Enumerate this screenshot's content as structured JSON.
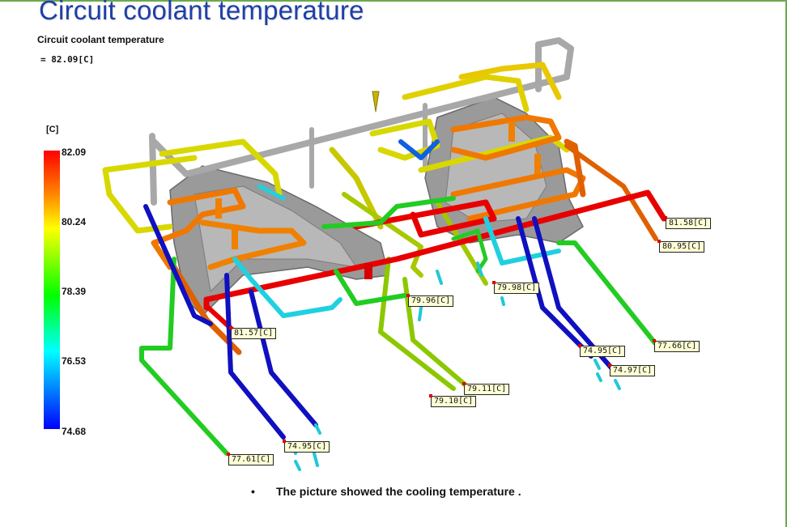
{
  "slide": {
    "title": "Circuit coolant temperature",
    "caption_bullet": "•",
    "caption": "The picture showed the cooling temperature ."
  },
  "result": {
    "name": "Circuit coolant temperature",
    "value": "= 82.09[C]"
  },
  "legend": {
    "unit": "[C]",
    "max": 82.09,
    "min": 74.68,
    "ticks": [
      "82.09",
      "80.24",
      "78.39",
      "76.53",
      "74.68"
    ],
    "colors": [
      "#ff0000",
      "#ff8000",
      "#ffff00",
      "#00ff00",
      "#00ffff",
      "#0000ff"
    ]
  },
  "probes": [
    {
      "label": "81.58[C]",
      "value": 81.58
    },
    {
      "label": "80.95[C]",
      "value": 80.95
    },
    {
      "label": "79.98[C]",
      "value": 79.98
    },
    {
      "label": "79.96[C]",
      "value": 79.96
    },
    {
      "label": "81.57[C]",
      "value": 81.57
    },
    {
      "label": "77.66[C]",
      "value": 77.66
    },
    {
      "label": "74.95[C]",
      "value": 74.95
    },
    {
      "label": "74.97[C]",
      "value": 74.97
    },
    {
      "label": "79.11[C]",
      "value": 79.11
    },
    {
      "label": "79.10[C]",
      "value": 79.1
    },
    {
      "label": "74.95[C]",
      "value": 74.95
    },
    {
      "label": "77.61[C]",
      "value": 77.61
    }
  ],
  "pipe_colors": {
    "hot": "#e80000",
    "warm": "#f07800",
    "mid": "#d8d800",
    "cool": "#22cc22",
    "cold": "#20d0e0",
    "coldest": "#1010c0",
    "manifold": "#a8a8a8",
    "part": "#9a9a9a"
  }
}
